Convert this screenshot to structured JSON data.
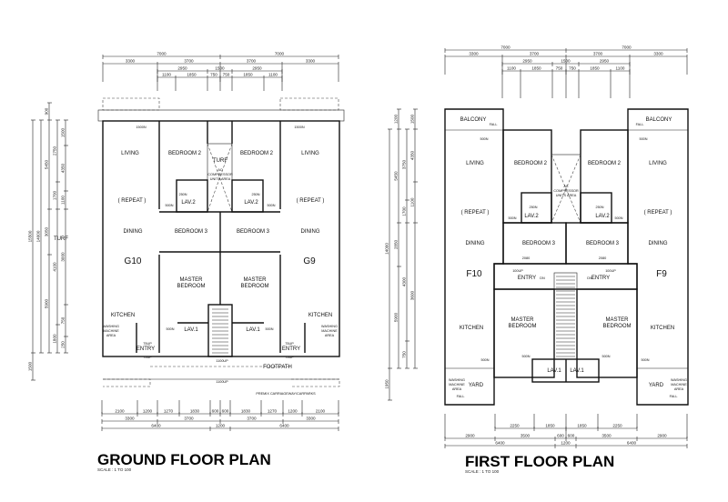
{
  "ground_floor": {
    "title": "GROUND FLOOR PLAN",
    "scale": "SCALE : 1 TO 100",
    "labels": [
      "LIVING",
      "LIVING",
      "BEDROOM 2",
      "BEDROOM 2",
      "TURF",
      "AC",
      "COMPRESSOR",
      "UNITS AREA",
      "( REPEAT )",
      "( REPEAT )",
      "LAV.2",
      "LAV.2",
      "DINING",
      "DINING",
      "BEDROOM 3",
      "BEDROOM 3",
      "G10",
      "G9",
      "MASTER",
      "BEDROOM",
      "MASTER",
      "BEDROOM",
      "KITCHEN",
      "KITCHEN",
      "LAV.1",
      "LAV.1",
      "ENTRY",
      "ENTRY",
      "FOOTPATH",
      "1500N",
      "1500N",
      "250N",
      "250N",
      "500N",
      "500N",
      "75UP",
      "75UP",
      "75UP",
      "75UP",
      "500N",
      "500N",
      "1100UP",
      "1100UP",
      "PREMIX CARRIAGEWAY/CARPARKS",
      "TURF",
      "WASHING",
      "MACHINE",
      "AREA",
      "WASHING",
      "MACHINE",
      "AREA"
    ],
    "dims_top": [
      [
        "7000",
        "7000"
      ],
      [
        "3300",
        "3700",
        "3700",
        "3300"
      ],
      [
        "2950",
        "1500",
        "2950"
      ],
      [
        "1100",
        "1850",
        "750",
        "750",
        "1850",
        "1100"
      ]
    ],
    "dims_bottom": [
      [
        "2100",
        "1200",
        "1270",
        "1830",
        "600",
        "600",
        "1830",
        "1270",
        "1200",
        "2100"
      ],
      [
        "3300",
        "3700",
        "3700",
        "3300"
      ],
      [
        "6400",
        "1200",
        "6400"
      ]
    ],
    "dims_left": [
      [
        "15500",
        "1500"
      ],
      [
        "14000"
      ],
      [
        "900",
        "5450",
        "3050",
        "5900"
      ],
      [
        "2750",
        "1700",
        "4100",
        "1800"
      ],
      [
        "1500",
        "4350",
        "1100",
        "3000",
        "750",
        "250"
      ]
    ]
  },
  "first_floor": {
    "title": "FIRST FLOOR PLAN",
    "scale": "SCALE : 1 TO 100",
    "labels": [
      "BALCONY",
      "BALCONY",
      "FALL",
      "FALL",
      "500N",
      "500N",
      "LIVING",
      "LIVING",
      "BEDROOM 2",
      "BEDROOM 2",
      "AC",
      "COMPRESSOR",
      "UNITS AREA",
      "( REPEAT )",
      "( REPEAT )",
      "LAV.2",
      "LAV.2",
      "250N",
      "250N",
      "500N",
      "500N",
      "DINING",
      "DINING",
      "BEDROOM 3",
      "BEDROOM 3",
      "2080",
      "2080",
      "F10",
      "F9",
      "100UP",
      "100UP",
      "ENTRY",
      "ENTRY",
      "DN",
      "DN",
      "MASTER",
      "BEDROOM",
      "MASTER",
      "BEDROOM",
      "KITCHEN",
      "KITCHEN",
      "LAV.1",
      "LAV.1",
      "500N",
      "500N",
      "500N",
      "500N",
      "YARD",
      "YARD",
      "WASHING",
      "MACHINE",
      "AREA",
      "WASHING",
      "MACHINE",
      "AREA",
      "FALL",
      "FALL"
    ],
    "dims_top": [
      [
        "7000",
        "7000"
      ],
      [
        "3300",
        "3700",
        "3700",
        "3300"
      ],
      [
        "2950",
        "1500",
        "2950"
      ],
      [
        "1100",
        "1850",
        "750",
        "750",
        "1850",
        "1100"
      ]
    ],
    "dims_bottom": [
      [
        "2250",
        "1850",
        "1850",
        "2250"
      ],
      [
        "2900",
        "3500",
        "600",
        "600",
        "3500",
        "2900"
      ],
      [
        "6400",
        "1200",
        "6400"
      ]
    ],
    "dims_left": [
      [
        "14000",
        "1950"
      ],
      [
        "1200",
        "5450",
        "2850",
        "5900"
      ],
      [
        "3750",
        "1700",
        "4300",
        "750"
      ],
      [
        "1500",
        "4350",
        "1100",
        "3600"
      ]
    ]
  }
}
